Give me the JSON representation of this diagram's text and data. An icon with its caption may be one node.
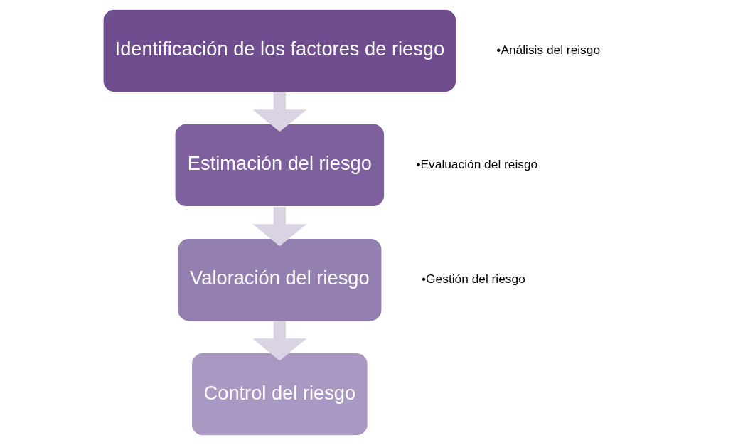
{
  "diagram": {
    "nodes": [
      {
        "text": [
          "Identificación de los factores de riesgo"
        ],
        "beside": [
          "•Análisis del reisgo"
        ]
      },
      {
        "text": [
          "Estimación del riesgo"
        ],
        "beside": [
          "•Evaluación del reisgo"
        ]
      },
      {
        "text": [
          "Valoración del riesgo"
        ],
        "beside": [
          "•Gestión del riesgo"
        ]
      },
      {
        "text": [
          "Control del riesgo"
        ]
      }
    ],
    "edges": [
      {
        "from": 0,
        "to": 1,
        "arrow": "to"
      },
      {
        "from": 1,
        "to": 2,
        "arrow": "to"
      },
      {
        "from": 2,
        "to": 3,
        "arrow": "to"
      }
    ]
  }
}
